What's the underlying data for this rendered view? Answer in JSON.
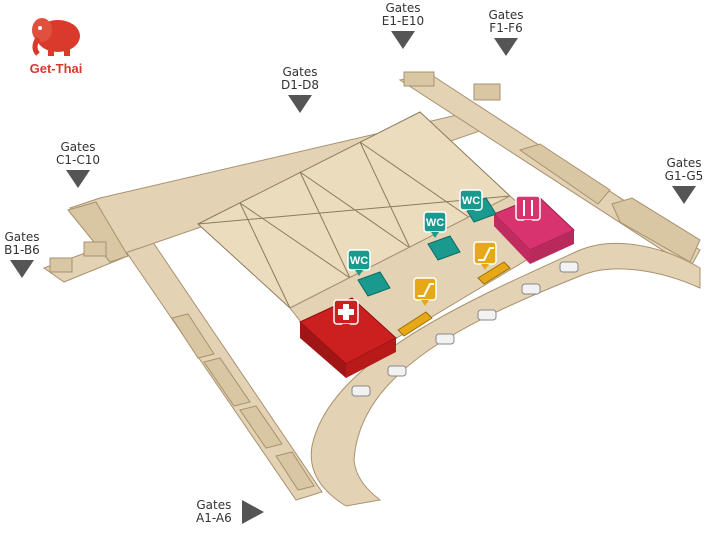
{
  "logo": {
    "text": "Get-Thai",
    "icon": "elephant-icon",
    "color": "#d93a2b"
  },
  "gates": [
    {
      "id": "a",
      "line1": "Gates",
      "line2": "A1-A6"
    },
    {
      "id": "b",
      "line1": "Gates",
      "line2": "B1-B6"
    },
    {
      "id": "c",
      "line1": "Gates",
      "line2": "C1-C10"
    },
    {
      "id": "d",
      "line1": "Gates",
      "line2": "D1-D8"
    },
    {
      "id": "e",
      "line1": "Gates",
      "line2": "E1-E10"
    },
    {
      "id": "f",
      "line1": "Gates",
      "line2": "F1-F6"
    },
    {
      "id": "g",
      "line1": "Gates",
      "line2": "G1-G5"
    }
  ],
  "facilities": {
    "wc_label": "WC",
    "wc_color": "#1a9a8f",
    "medical_icon": "medical-cross-icon",
    "medical_color": "#cc1f1f",
    "dining_icon": "fork-knife-icon",
    "dining_color": "#d9336f",
    "escalator_icon": "escalator-icon",
    "escalator_color": "#e6a817",
    "parking_icon": "car-icon"
  },
  "colors": {
    "concourse": "#e3d2b3",
    "concourse_edge": "#a89270",
    "roof": "#ecdcbe",
    "arrow": "#555555"
  }
}
